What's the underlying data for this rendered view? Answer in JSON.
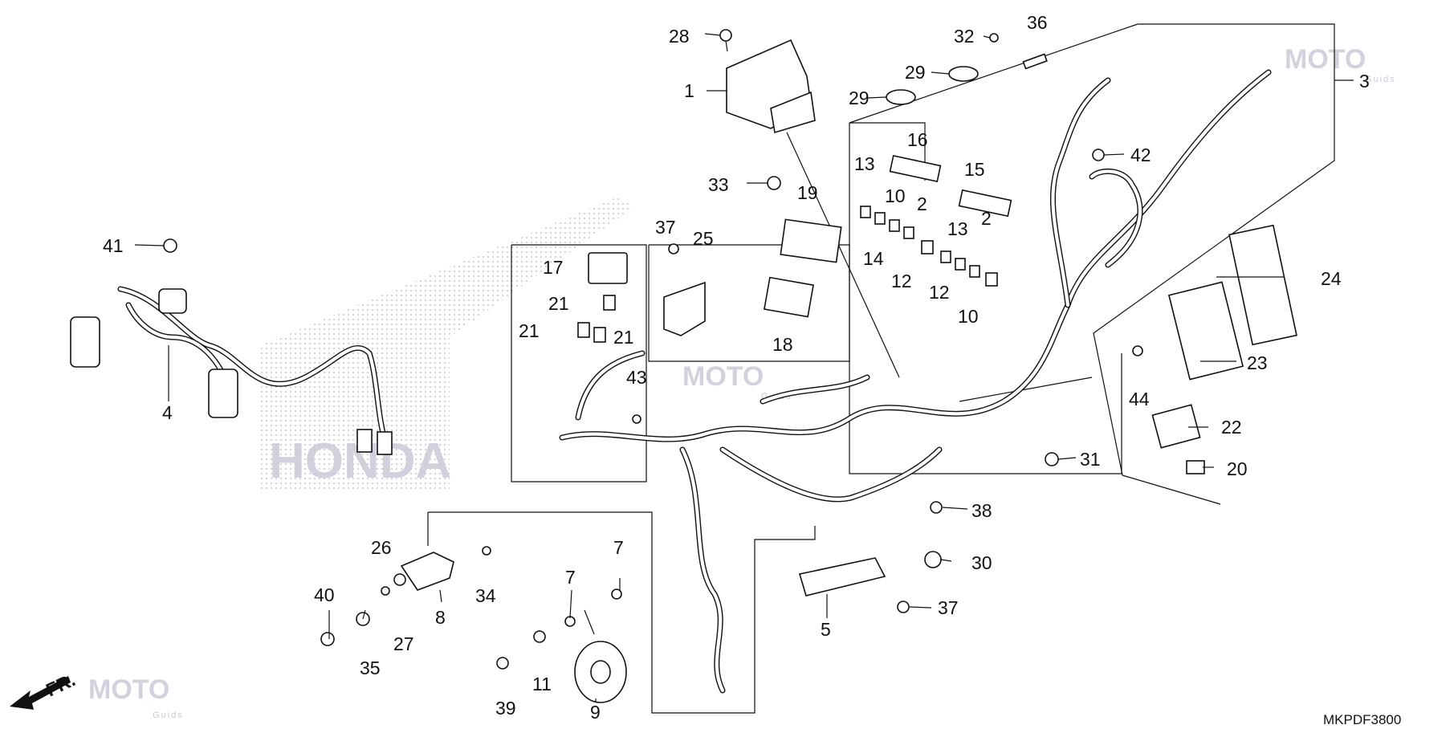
{
  "diagram_code": "MKPDF3800",
  "front_marker": "FR.",
  "watermark": {
    "brand": "MOTO",
    "sub": "Guids"
  },
  "background_lettering": "HONDA",
  "callouts": [
    "1",
    "2",
    "2",
    "3",
    "4",
    "5",
    "7",
    "7",
    "8",
    "9",
    "10",
    "10",
    "11",
    "12",
    "12",
    "13",
    "13",
    "14",
    "15",
    "16",
    "17",
    "18",
    "19",
    "20",
    "21",
    "21",
    "21",
    "22",
    "23",
    "24",
    "25",
    "26",
    "27",
    "28",
    "29",
    "29",
    "30",
    "31",
    "32",
    "33",
    "34",
    "35",
    "36",
    "37",
    "37",
    "38",
    "39",
    "40",
    "41",
    "42",
    "43",
    "44"
  ]
}
